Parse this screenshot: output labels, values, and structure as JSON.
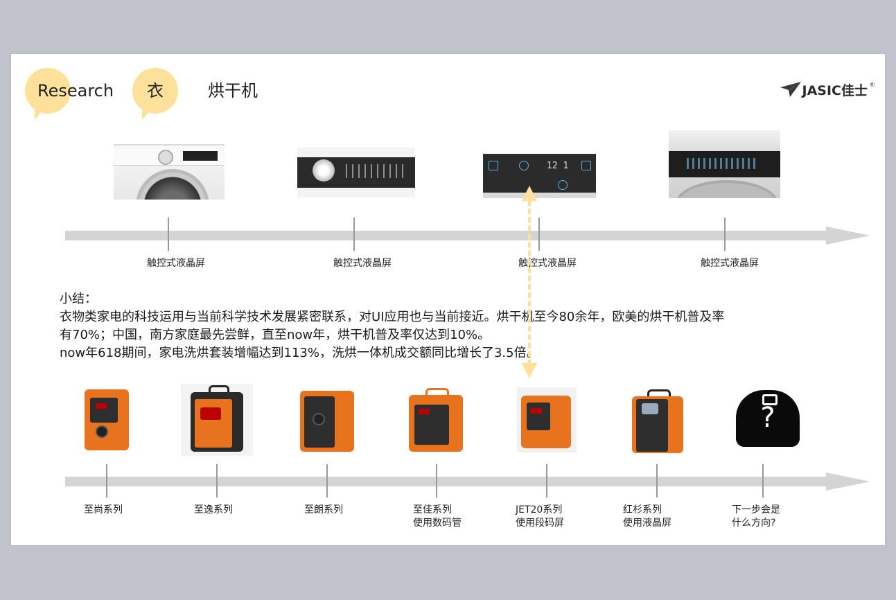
{
  "header": {
    "bubble1_text": "Research",
    "bubble2_text": "衣",
    "title": "烘干机"
  },
  "logo": {
    "text": "JASIC佳士",
    "reg": "®"
  },
  "dryer_timeline": {
    "labels": [
      "触控式液晶屏",
      "触控式液晶屏",
      "触控式液晶屏",
      "触控式液晶屏"
    ]
  },
  "dryer_images": {
    "d3_display": "12 1"
  },
  "summary": {
    "heading": "小结：",
    "line1": "衣物类家电的科技运用与当前科学技术发展紧密联系，对UI应用也与当前接近。烘干机至今80余年，欧美的烘干机普及率",
    "line2": "有70%；中国，南方家庭最先尝鲜，直至now年，烘干机普及率仅达到10%。",
    "line3": "now年618期间，家电洗烘套装增幅达到113%，洗烘一体机成交额同比增长了3.5倍。"
  },
  "product_timeline": {
    "items": [
      {
        "line1": "至尚系列",
        "line2": ""
      },
      {
        "line1": "至逸系列",
        "line2": ""
      },
      {
        "line1": "至朗系列",
        "line2": ""
      },
      {
        "line1": "至佳系列",
        "line2": "使用数码管"
      },
      {
        "line1": "JET20系列",
        "line2": "使用段码屏"
      },
      {
        "line1": "红杉系列",
        "line2": "使用液晶屏"
      },
      {
        "line1": "下一步会是",
        "line2": "什么方向?"
      }
    ],
    "mystery_symbol": "?"
  },
  "colors": {
    "accent_yellow": "#fde19a",
    "timeline_gray": "#d4d4d4",
    "welder_orange": "#e8731f",
    "background": "#c0c3cc"
  }
}
